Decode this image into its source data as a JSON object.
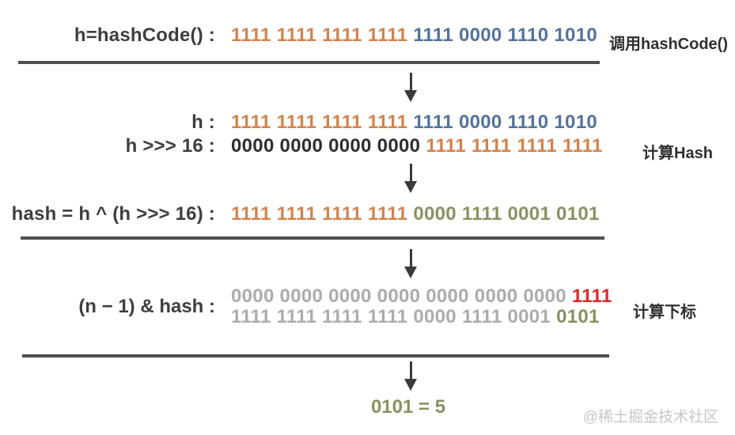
{
  "colors": {
    "orange_high_bits": "#d2834e",
    "blue_low_bits": "#54739b",
    "dark_bits": "#2e2e2e",
    "olive_result_bits": "#8a9162",
    "red_mask_bits": "#e2262b",
    "gray_faded_bits": "#acacac",
    "label_text": "#3e3e3e",
    "separator_line": "#4f4f4f",
    "watermark_text": "#c6c6c6"
  },
  "rows": {
    "hashcode": {
      "label": "h=hashCode() :",
      "seg1": "1111 1111 1111 1111",
      "seg2": "1111 0000 1110 1010"
    },
    "h": {
      "label": "h :",
      "seg1": "1111 1111 1111 1111",
      "seg2": "1111 0000 1110 1010"
    },
    "hshift": {
      "label": "h >>> 16 :",
      "seg1": "0000 0000 0000 0000",
      "seg2": "1111 1111 1111 1111"
    },
    "hash": {
      "label": "hash = h ^ (h >>> 16) :",
      "seg1": "1111 1111 1111 1111",
      "seg2": "0000 1111 0001 0101"
    },
    "index": {
      "label": "(n − 1) & hash :",
      "row1_seg1": "0000 0000 0000 0000 0000 0000 0000",
      "row1_seg2": "1111",
      "row2_seg1": "1111 1111 1111 1111 0000 1111 0001",
      "row2_seg2": "0101"
    },
    "result": "0101 = 5"
  },
  "side_labels": {
    "call_hashcode": "调用hashCode()",
    "compute_hash": "计算Hash",
    "compute_index": "计算下标"
  },
  "watermark": "@稀土掘金技术社区"
}
